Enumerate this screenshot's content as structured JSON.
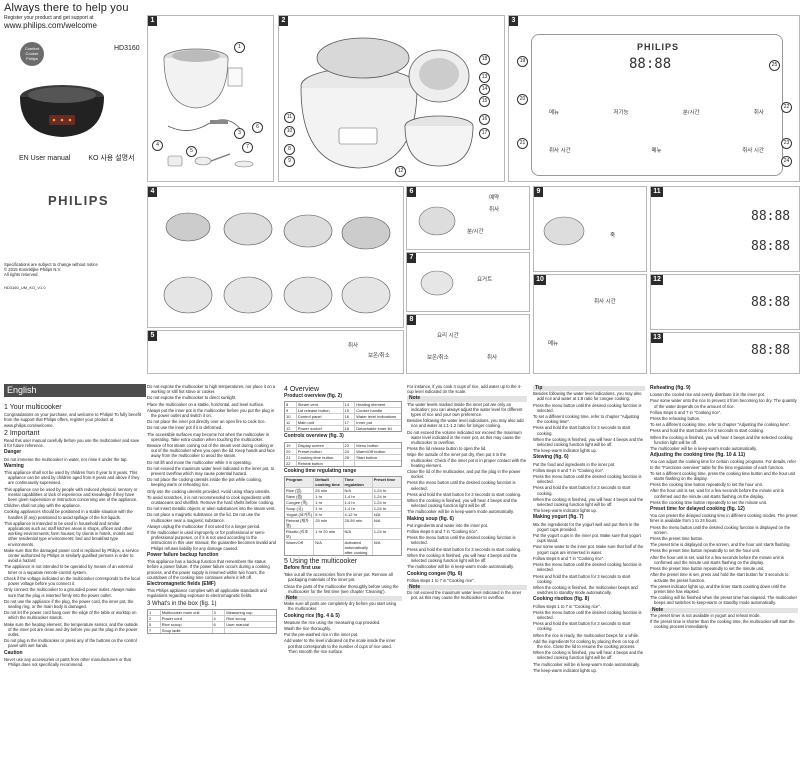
{
  "cover": {
    "title": "Always there to help you",
    "subtitle": "Register your product and get support at",
    "url": "www.philips.com/welcome",
    "badge": "Comfort Cooker Philips",
    "model": "HD3160",
    "lang_en": "EN  User manual",
    "lang_ko": "KO  사용 설명서",
    "brand": "PHILIPS",
    "specs": "Specifications are subject to change without notice\n© 2015 Koninklijke Philips N.V.\nAll rights reserved.",
    "code": "HD3160_UM_KO_V1.0"
  },
  "figures": {
    "fig1": "1",
    "fig2": "2",
    "fig3": "3",
    "fig4": "4",
    "fig5": "5",
    "fig6": "6",
    "fig7": "7",
    "fig8": "8",
    "fig9": "9",
    "fig10": "10",
    "fig11": "11",
    "fig12": "12",
    "fig13": "13"
  },
  "panel3": {
    "brand": "PHILIPS",
    "display": "88:88",
    "labels": [
      "메뉴",
      "저기능",
      "분/시간",
      "취사"
    ],
    "bottom_labels": [
      "취사 시간",
      "메뉴",
      "취사 시간"
    ]
  },
  "korean_labels": {
    "k1": "취사",
    "k2": "분/시간",
    "k3": "예약",
    "k4": "보온/취소",
    "k5": "취사",
    "k6": "요리 시간",
    "k7": "취사 시간",
    "k8": "요거트",
    "k9": "보온/취소",
    "k10": "죽",
    "k11": "취사",
    "k12": "메뉴"
  },
  "english": {
    "tab": "English",
    "s1": "1  Your multicooker",
    "s1_text": "Congratulations on your purchase, and welcome to Philips! To fully benefit from the support that Philips offers, register your product at www.philips.com/welcome.",
    "s2": "2  Important",
    "s2_text": "Read this user manual carefully before you use the multicooker and save it for future reference.",
    "danger": "Danger",
    "danger_text": "Do not immerse the multicooker in water, nor rinse it under the tap.",
    "warning": "Warning",
    "warning_items": [
      "This appliance shall not be used by children from 0 year to 8 years. This appliance can be used by children aged from 8 years and above if they are continuously supervised.",
      "This appliance can be used by people with reduced physical, sensory or mental capabilities or lack of experience and knowledge if they have been given supervision or instruction concerning use of the appliance.",
      "Children shall not play with the appliance.",
      "Cooking appliances should be positioned in a stable situation with the handles (if any) positioned to avoid spillage of the hot liquids.",
      "This appliance is intended to be used in household and similar applications such as: staff kitchen areas in shops, offices and other working environments; farm houses; by clients in hotels, motels and other residential type environments; bed and breakfast type environments.",
      "Make sure that the damaged power cord is replaced by Philips, a service center authorized by Philips or similarly qualified persons in order to avoid a hazard.",
      "The appliance is not intended to be operated by means of an external timer or a separate remote-control system.",
      "Check if the voltage indicated on the multicooker corresponds to the local power voltage before you connect it.",
      "Only connect the multicooker to a grounded power outlet. Always make sure that the plug is inserted firmly into the power outlet.",
      "Do not use the appliance if the plug, the power cord, the inner pot, the sealing ring, or the main body is damaged.",
      "Do not let the power cord hang over the edge of the table or worktop on which the multicooker stands.",
      "Make sure the heating element, the temperature sensor, and the outside of the inner pot are clean and dry before you put the plug in the power outlet.",
      "Do not plug in the multicooker or press any of the buttons on the control panel with wet hands."
    ],
    "caution": "Caution",
    "caution_text": "Never use any accessories or parts from other manufacturers or that Philips does not specifically recommend.",
    "col2_items": [
      "Do not expose the multicooker to high temperatures, nor place it on a working or still hot stove or cooker.",
      "Do not expose the multicooker to direct sunlight.",
      "Place the multicooker on a stable, horizontal, and level surface.",
      "Always put the inner pot in the multicooker before you put the plug in the power outlet and switch it on.",
      "Do not place the inner pot directly over an open fire to cook rice.",
      "Do not use the inner pot if it is deformed.",
      "The accessible surfaces may become hot when the multicooker is operating. Take extra caution when touching the multicooker.",
      "Beware of hot steam coming out of the steam vent during cooking or out of the multicooker when you open the lid. Keep hands and face away from the multicooker to avoid the steam.",
      "Do not lift and move the multicooker while it is operating.",
      "Do not exceed the maximum water level indicated in the inner pot, to prevent overflow which may cause potential hazard.",
      "Do not place the cooking utensils inside the pot while cooking, keeping warm or reheating rice.",
      "Only use the cooking utensils provided. Avoid using sharp utensils.",
      "To avoid scratches, it is not recommended to cook ingredients with crustaceans and shellfish. Remove the hard shells before cooking.",
      "Do not insert metallic objects or alien substances into the steam vent.",
      "Do not place a magnetic substance on the lid. Do not use the multicooker near a magnetic substance.",
      "Always unplug the multicooker if not used for a longer period.",
      "If the multicooker is used improperly or for professional or semi-professional purposes, or if it is not used according to the instructions in this user manual, the guarantee becomes invalid and Philips refuses liability for any damage caused."
    ],
    "pf_title": "Power failure backup function",
    "pf_text": "This appliance has a backup function that remembers the status before a power failure. If the power failure occurs during a cooking process, and the power supply is resumed within two hours, the countdown of the cooking time continues where it left off.",
    "emf_title": "Electromagnetic fields (EMF)",
    "emf_text": "This Philips appliance complies with all applicable standards and regulations regarding exposure to electromagnetic fields.",
    "s3": "3  What's in the box (fig. 1)",
    "box_rows": [
      [
        "1",
        "Multicooker main unit",
        "3",
        "Measuring cup"
      ],
      [
        "2",
        "Power cord",
        "4",
        "Rice scoop"
      ],
      [
        "5",
        "Rice scoop",
        "6",
        "User manual"
      ],
      [
        "7",
        "Soup ladle",
        "",
        ""
      ]
    ],
    "s4": "4  Overview",
    "overview_title": "Product overview (fig. 2)",
    "overview_rows": [
      [
        "8",
        "Steam vent",
        "14",
        "Heating element"
      ],
      [
        "9",
        "Lid release button",
        "15",
        "Cooker handle"
      ],
      [
        "10",
        "Control panel",
        "16",
        "Water level indications"
      ],
      [
        "11",
        "Main unit",
        "17",
        "Inner pot"
      ],
      [
        "12",
        "Power socket",
        "18",
        "Detachable inner lid"
      ]
    ],
    "controls_title": "Controls overview (fig. 3)",
    "controls_rows": [
      [
        "19",
        "Display screen",
        "23",
        "Menu button"
      ],
      [
        "20",
        "Preset button",
        "24",
        "Warm/Off button"
      ],
      [
        "21",
        "Cooking time button",
        "25",
        "Start button"
      ],
      [
        "22",
        "Reheat button",
        "",
        ""
      ]
    ],
    "table_title": "Cooking time regulating range",
    "table_head": [
      "Program",
      "Default cooking time",
      "Time regulation",
      "Preset time"
    ],
    "table_rows": [
      [
        "Rice (밥)",
        "25 min",
        "N/A",
        "1-24 hr"
      ],
      [
        "Stew (찜)",
        "1 hr",
        "1-4 hr",
        "1-24 hr"
      ],
      [
        "Congee (죽)",
        "1 hr",
        "1-4 hr",
        "1-24 hr"
      ],
      [
        "Soup (국)",
        "1 hr",
        "1-4 hr",
        "1-24 hr"
      ],
      [
        "Yogurt (요거트)",
        "6 hr",
        "4-12 hr",
        "N/A"
      ],
      [
        "Reheat (재가열)",
        "25 min",
        "25-59 min",
        "N/A"
      ],
      [
        "Risotto (리조또)",
        "1 hr 20 min",
        "N/A",
        "1-24 hr"
      ],
      [
        "Warm/Off",
        "N/A",
        "Activated automatically after cooking",
        "N/A"
      ]
    ],
    "s5": "5  Using the multicooker",
    "before_title": "Before first use",
    "before_items": [
      "Take out all the accessories from the inner pot. Remove all packaging materials of the inner pot.",
      "Clean the parts of the multicooker thoroughly before using the multicooker for the first time (see chapter 'Cleaning')."
    ],
    "note": "Note",
    "before_note": "Make sure all parts are completely dry before you start using the multicooker.",
    "rice_title": "Cooking rice (fig. 4 & 5)",
    "rice_items": [
      "Measure the rice using the measuring cup provided.",
      "Wash the rice thoroughly.",
      "Put the pre-washed rice in the inner pot.",
      "Add water to the level indicated on the scale inside the inner pot that corresponds to the number of cups of rice used. Then smooth the rice surface."
    ]
  },
  "col4": {
    "intro": "For instance, if you cook 4 cups of rice, add water up to the 4-cup level indicated on the scale.",
    "note": "Note",
    "note_items": [
      "The water levels marked inside the inner pot are only an indication; you can always adjust the water level for different types of rice and your own preference.",
      "Besides following the water level indications, you may also add rice and water at 1:1-1.2 ratio for longer cooking.",
      "Do not exceed the volume indicated nor exceed the maximum water level indicated in the inner pot, as this may cause the multicooker to overflow."
    ],
    "steps": [
      "Press the lid release button to open the lid.",
      "Wipe the outside of the inner pot dry, then put it in the multicooker. Check if the inner pot is in proper contact with the heating element.",
      "Close the lid of the multicooker, and put the plug in the power socket.",
      "Press the menu button until the desired cooking function is selected.",
      "Press and hold the start button for 3 seconds to start cooking.",
      "When the cooking is finished, you will hear 4 beeps and the selected cooking function light will be off.",
      "The multicooker will be in keep-warm mode automatically."
    ],
    "soup_title": "Making soup (fig. 6)",
    "soup_items": [
      "Put ingredients and water into the inner pot.",
      "Follow steps 6 and 7 in \"Cooking rice\".",
      "Press the menu button until the desired cooking function is selected.",
      "Press and hold the start button for 3 seconds to start cooking.",
      "When the cooking is finished, you will hear 4 beeps and the selected cooking function light will be off.",
      "The multicooker will be in keep-warm mode automatically."
    ],
    "congee_title": "Cooking congee (fig. 6)",
    "congee_items": [
      "Follow steps 1 to 7 in \"Cooking rice\"."
    ],
    "congee_note": "Do not exceed the maximum water level indicated in the inner pot, as this may cause the multicooker to overflow."
  },
  "col5": {
    "tip": "Tip",
    "tip_text": "Besides following the water level indications, you may also add rice and water at 1:8 ratio for congee cooking.",
    "steps": [
      "Press the menu button until the desired cooking function is selected.",
      "To set a different cooking time, refer to chapter \"Adjusting the cooking time\".",
      "Press and hold the start button for 3 seconds to start cooking.",
      "When the cooking is finished, you will hear 4 beeps and the selected cooking function light will be off.",
      "The keep-warm indicator lights up."
    ],
    "stew_title": "Stewing (fig. 6)",
    "stew_items": [
      "Put the food and ingredients in the inner pot.",
      "Follow steps 6 and 7 in \"Cooking rice\".",
      "Press the menu button until the desired cooking function is selected.",
      "Press and hold the start button for 3 seconds to start cooking.",
      "When the cooking is finished, you will hear 4 beeps and the selected cooking function light will be off.",
      "The keep-warm indicator lights up."
    ],
    "yogurt_title": "Making yogurt (fig. 7)",
    "yogurt_items": [
      "Mix the ingredients for the yogurt well and put them in the yogurt cups provided.",
      "Put the yogurt cups in the inner pot. Make sure that yogurt cups stand.",
      "Pour some water to the inner pot. Make sure that half of the yogurt cups are immersed in water.",
      "Follow steps 6 and 7 in \"Cooking rice\".",
      "Press the menu button until the desired cooking function is selected.",
      "Press and hold the start button for 3 seconds to start cooking.",
      "When the cooking is finished, the multicooker beeps and switches to standby mode automatically."
    ],
    "risotto_title": "Cooking risottos (fig. 8)",
    "risotto_items": [
      "Follow steps 1 to 7 in \"Cooking rice\".",
      "Press the menu button until the desired cooking function is selected.",
      "Press and hold the start button for 3 seconds to start cooking.",
      "When the rice is ready, the multicooker beeps for a while.",
      "Add the ingredients for cooking by placing them on top of the rice. Close the lid to resume the cooking process.",
      "When the cooking is finished, you will hear 4 beeps and the selected cooking function light will be off.",
      "The multicooker will be in keep-warm mode automatically.",
      "The keep-warm indicator lights up."
    ]
  },
  "col6": {
    "reheat_title": "Reheating (fig. 9)",
    "reheat_items": [
      "Loosen the cooled rice and evenly distribute it in the inner pot.",
      "Pour some water onto the rice to prevent it from becoming too dry. The quantity of the water depends on the amount of rice.",
      "Follow steps 6 and 7 in \"Cooking rice\".",
      "Press the reheating button.",
      "To set a different cooking time, refer to chapter \"Adjusting the cooking time\".",
      "Press and hold the start button for 3 seconds to start cooking.",
      "When the cooking is finished, you will hear 4 beeps and the selected cooking function light will be off.",
      "The multicooker will be in keep-warm mode automatically."
    ],
    "adjust_title": "Adjusting the cooking time (fig. 10 & 11)",
    "adjust_text": "You can adjust the cooking time for certain cooking programs. For details, refer to the \"Functions overview\" table for the time regulation of each function.",
    "adjust_items": [
      "To set a different cooking time, press the cooking time button and the hour unit starts flashing on the display.",
      "Press the cooking time button repeatedly to set the hour unit.",
      "After the hour unit is set, wait for a few seconds before the minute unit is confirmed and the minute unit starts flashing on the display.",
      "Press the cooking time button repeatedly to set the minute unit."
    ],
    "preset_title": "Preset time for delayed cooking (fig. 12)",
    "preset_text": "You can preset the delayed cooking time in different cooking modes. The preset timer is available from 1 to 24 hours.",
    "preset_items": [
      "Press the menu button until the desired cooking function is displayed on the screen.",
      "Press the preset time button.",
      "The preset time is displayed on the screen, and the hour unit starts flashing.",
      "Press the preset time button repeatedly to set the hour unit.",
      "After the hour unit is set, wait for a few seconds before the minute unit is confirmed and the minute unit starts flashing on the display.",
      "Press the preset time button repeatedly to set the minute unit.",
      "After the preset time is set, press and hold the start button for 3 seconds to activate the preset function.",
      "The preset indicator lights up, and the timer starts counting down until the preset time has elapsed.",
      "The cooking will be finished when the preset time has elapsed. The multicooker beeps and switches to keep-warm or standby mode automatically."
    ],
    "note": "Note",
    "note_items": [
      "The preset timer is not available in yogurt and reheat mode.",
      "If the preset time is shorter than the cooking time, the multicooker will start the cooking process immediately."
    ]
  }
}
